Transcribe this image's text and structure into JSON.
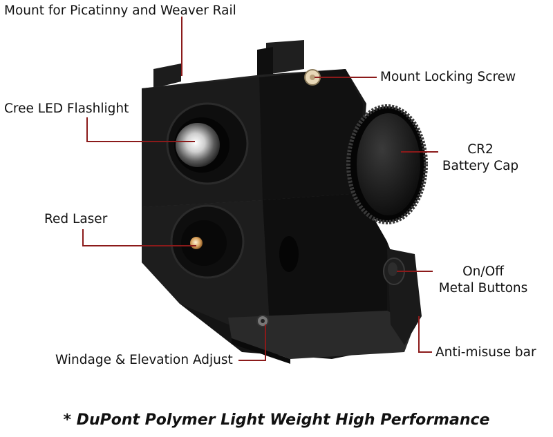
{
  "callouts": {
    "mount_rail": "Mount for Picatinny and Weaver Rail",
    "flashlight": "Cree LED Flashlight",
    "laser": "Red Laser",
    "windage": "Windage & Elevation Adjust",
    "locking_screw": "Mount Locking Screw",
    "battery_line1": "CR2",
    "battery_line2": "Battery Cap",
    "buttons_line1": "On/Off",
    "buttons_line2": "Metal Buttons",
    "anti_misuse": "Anti-misuse bar"
  },
  "footer": "* DuPont Polymer Light Weight High Performance",
  "colors": {
    "leader": "#8b1a1a",
    "body_black": "#141414",
    "laser_aperture": "#d8a15c"
  }
}
